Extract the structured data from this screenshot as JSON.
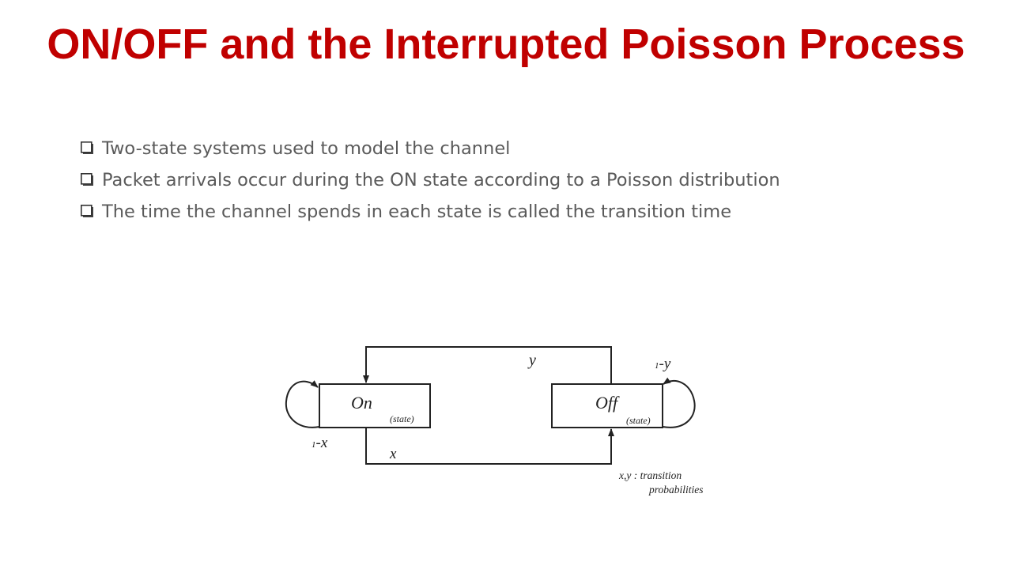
{
  "slide": {
    "title": "ON/OFF and the Interrupted Poisson Process",
    "bullets": [
      "Two-state systems used to model the channel",
      "Packet arrivals occur during the ON state according to a Poisson distribution",
      "The time the channel spends in each state is called the transition time"
    ]
  },
  "diagram": {
    "on_state": {
      "label": "On",
      "sublabel": "(state)"
    },
    "off_state": {
      "label": "Off",
      "sublabel": "(state)"
    },
    "top_transition": "y",
    "bottom_transition": "x",
    "on_self_loop": {
      "prefix": "1",
      "variable": "-x"
    },
    "off_self_loop": {
      "prefix": "1",
      "variable": "-y"
    },
    "note_line1": "x,y : transition",
    "note_line2": "probabilities"
  }
}
